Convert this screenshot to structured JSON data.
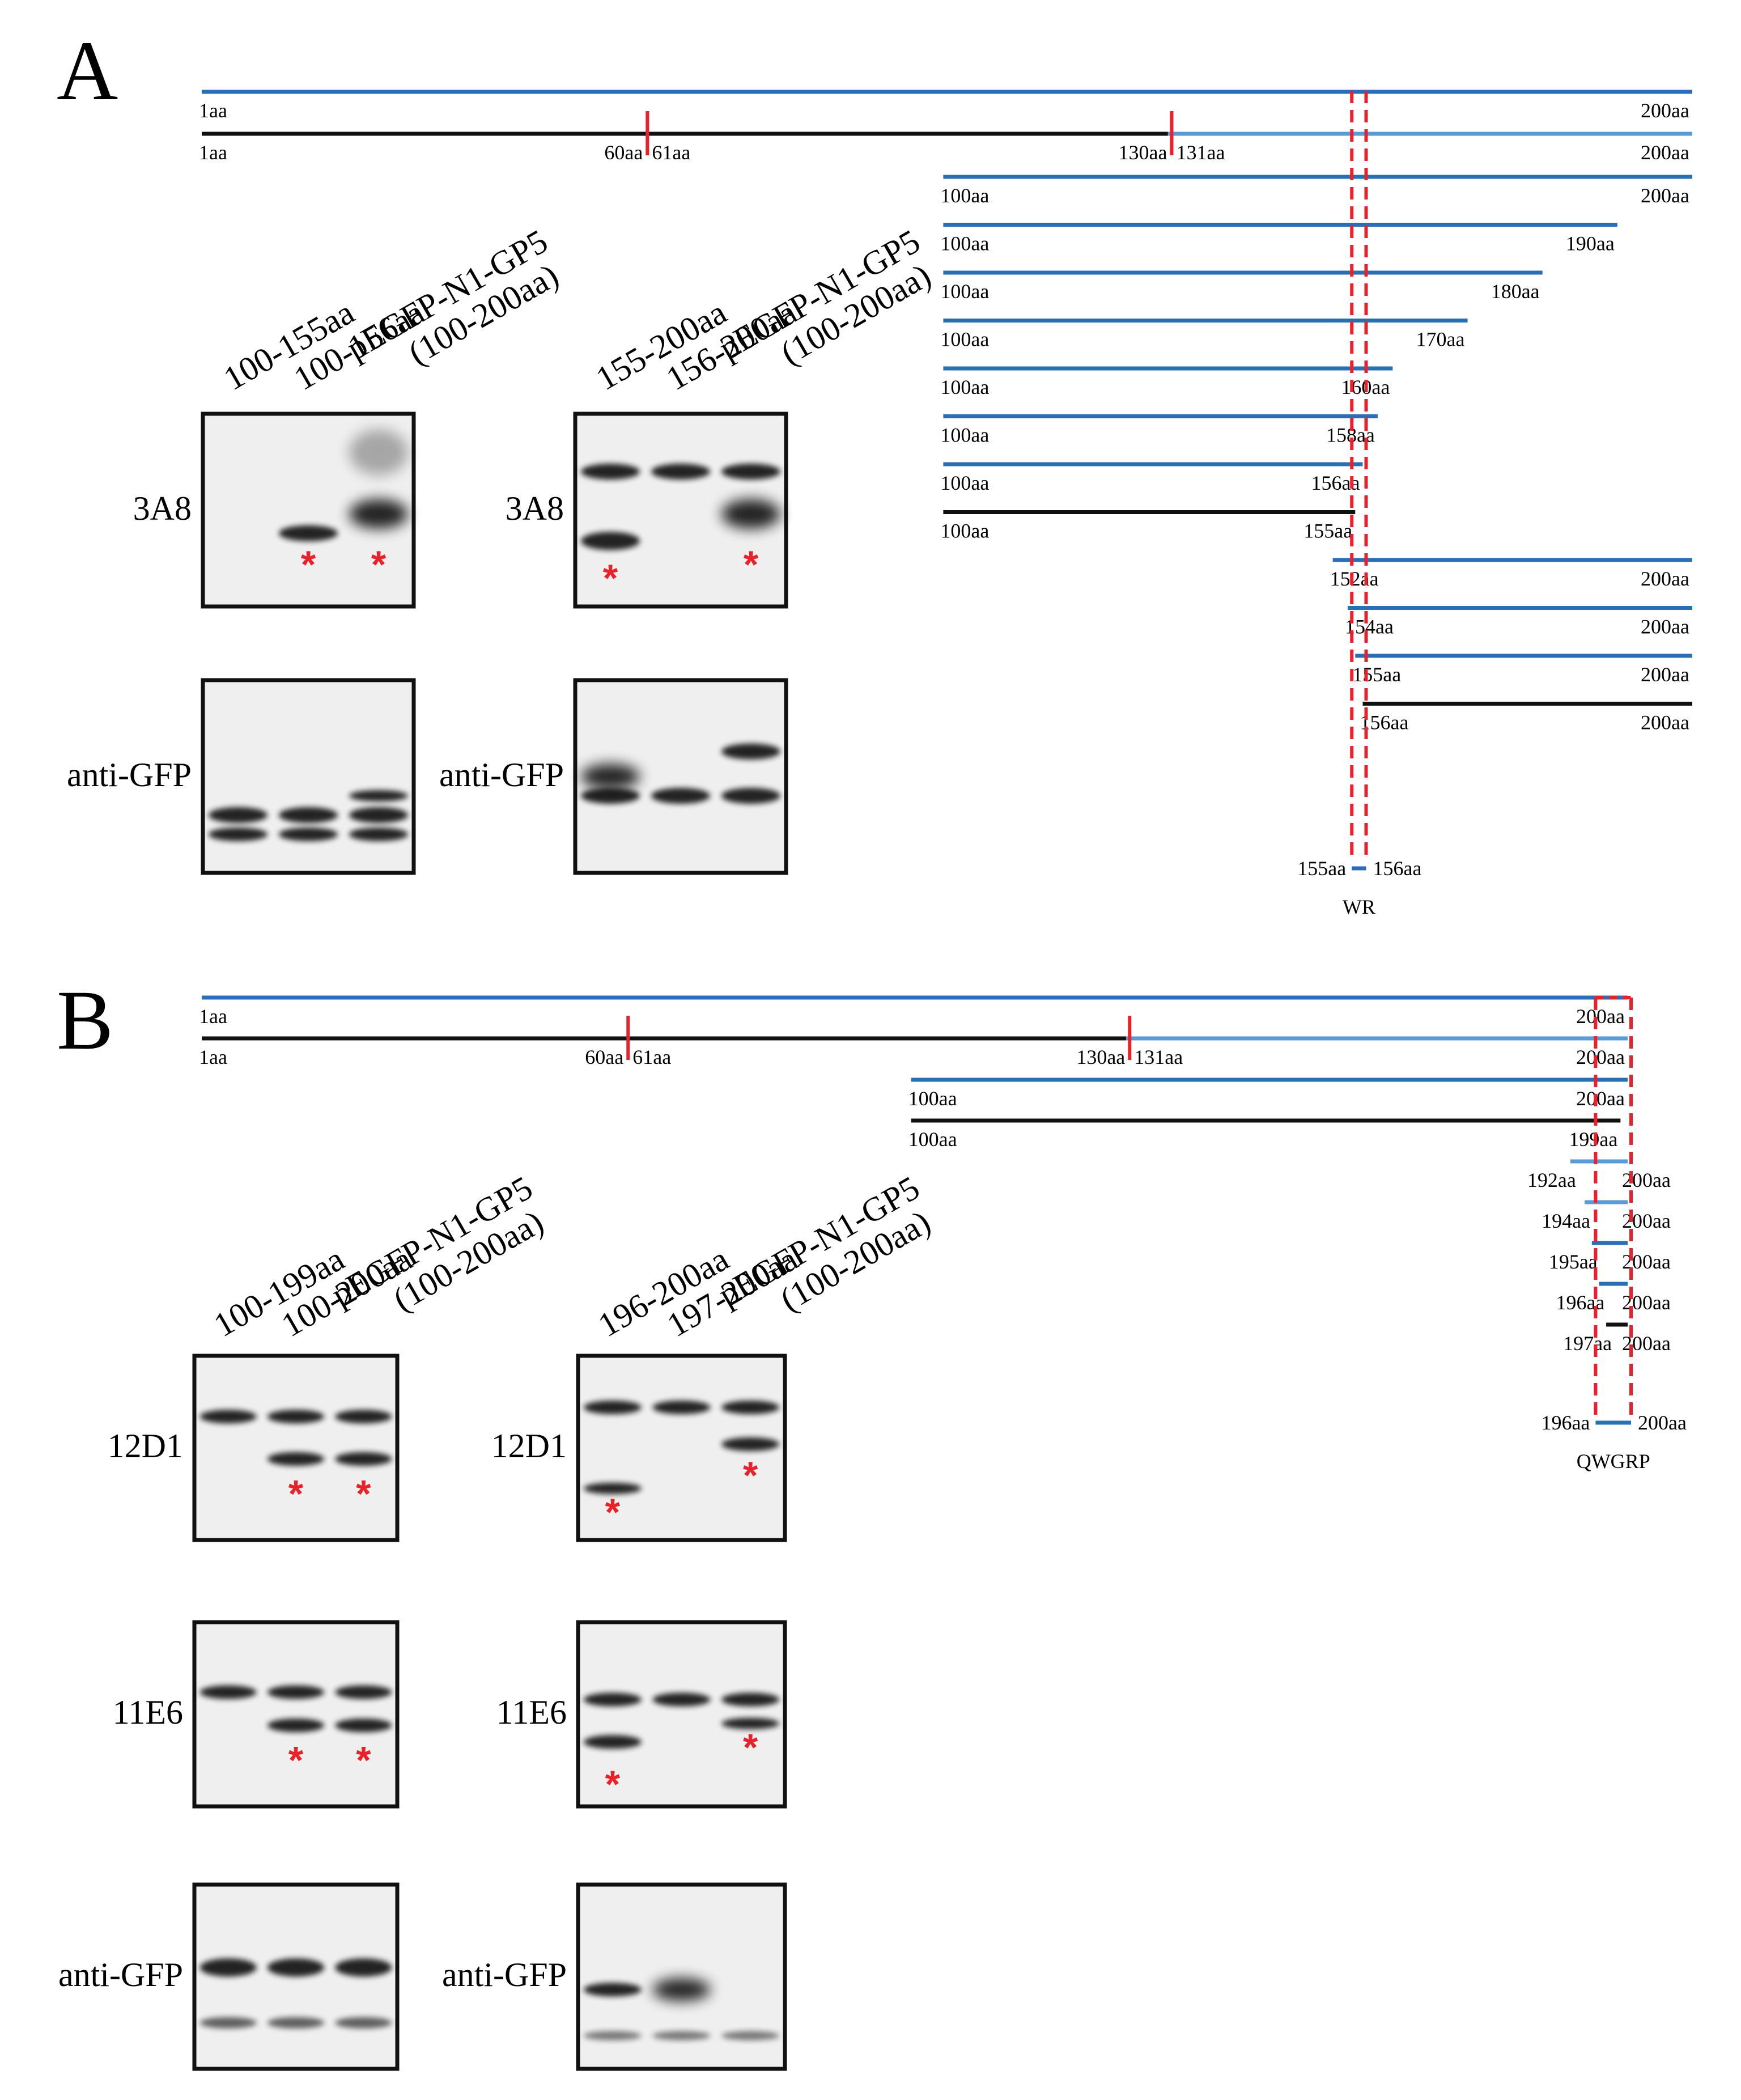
{
  "colors": {
    "blue": "#2a6fb5",
    "light_blue": "#5b9bd5",
    "black": "#111111",
    "red": "#e8212a"
  },
  "panelA": {
    "label": "A",
    "maps": [
      {
        "start": 1,
        "end": 200,
        "color": "blue",
        "label_start": "1aa",
        "label_end": "200aa"
      },
      {
        "start": 1,
        "end": 200,
        "color": "black",
        "segments": [
          {
            "start": 1,
            "end": 130,
            "color": "black"
          },
          {
            "start": 130,
            "end": 200,
            "color": "light_blue"
          }
        ],
        "label_start": "1aa",
        "label_end": "200aa",
        "ticks": [
          {
            "pos": 60.5,
            "left": "60aa",
            "right": "61aa"
          },
          {
            "pos": 130.5,
            "left": "130aa",
            "right": "131aa"
          }
        ]
      }
    ],
    "constructs": [
      {
        "start": 100,
        "end": 200,
        "color": "blue",
        "label_start": "100aa",
        "label_end": "200aa"
      },
      {
        "start": 100,
        "end": 190,
        "color": "blue",
        "label_start": "100aa",
        "label_end": "190aa"
      },
      {
        "start": 100,
        "end": 180,
        "color": "blue",
        "label_start": "100aa",
        "label_end": "180aa"
      },
      {
        "start": 100,
        "end": 170,
        "color": "blue",
        "label_start": "100aa",
        "label_end": "170aa"
      },
      {
        "start": 100,
        "end": 160,
        "color": "blue",
        "label_start": "100aa",
        "label_end": "160aa"
      },
      {
        "start": 100,
        "end": 158,
        "color": "blue",
        "label_start": "100aa",
        "label_end": "158aa"
      },
      {
        "start": 100,
        "end": 156,
        "color": "blue",
        "label_start": "100aa",
        "label_end": "156aa"
      },
      {
        "start": 100,
        "end": 155,
        "color": "black",
        "label_start": "100aa",
        "label_end": "155aa"
      },
      {
        "start": 152,
        "end": 200,
        "color": "blue",
        "label_start": "152aa",
        "label_end": "200aa"
      },
      {
        "start": 154,
        "end": 200,
        "color": "blue",
        "label_start": "154aa",
        "label_end": "200aa"
      },
      {
        "start": 155,
        "end": 200,
        "color": "blue",
        "label_start": "155aa",
        "label_end": "200aa"
      },
      {
        "start": 156,
        "end": 200,
        "color": "black",
        "label_start": "156aa",
        "label_end": "200aa"
      }
    ],
    "epitope": {
      "start": 155,
      "end": 156,
      "label_start": "155aa",
      "label_end": "156aa",
      "name": "WR"
    },
    "blot_groups": [
      {
        "lanes": [
          "100-155aa",
          "100-156aa",
          "pEGFP-N1-GP5 (100-200aa)"
        ],
        "blots": [
          {
            "label": "3A8",
            "stars": [
              2,
              3
            ]
          },
          {
            "label": "anti-GFP",
            "stars": []
          }
        ]
      },
      {
        "lanes": [
          "155-200aa",
          "156-200aa",
          "pEGFP-N1-GP5 (100-200aa)"
        ],
        "blots": [
          {
            "label": "3A8",
            "stars": [
              1,
              3
            ]
          },
          {
            "label": "anti-GFP",
            "stars": []
          }
        ]
      }
    ]
  },
  "panelB": {
    "label": "B",
    "maps": [
      {
        "start": 1,
        "end": 200,
        "color": "blue",
        "label_start": "1aa",
        "label_end": "200aa"
      },
      {
        "start": 1,
        "end": 200,
        "color": "black",
        "segments": [
          {
            "start": 1,
            "end": 130,
            "color": "black"
          },
          {
            "start": 130,
            "end": 200,
            "color": "light_blue"
          }
        ],
        "label_start": "1aa",
        "label_end": "200aa",
        "ticks": [
          {
            "pos": 60.5,
            "left": "60aa",
            "right": "61aa"
          },
          {
            "pos": 130.5,
            "left": "130aa",
            "right": "131aa"
          }
        ]
      }
    ],
    "constructs": [
      {
        "start": 100,
        "end": 200,
        "color": "blue",
        "label_start": "100aa",
        "label_end": "200aa"
      },
      {
        "start": 100,
        "end": 199,
        "color": "black",
        "label_start": "100aa",
        "label_end": "199aa"
      },
      {
        "start": 192,
        "end": 200,
        "color": "light_blue",
        "label_start": "192aa",
        "label_end": "200aa"
      },
      {
        "start": 194,
        "end": 200,
        "color": "light_blue",
        "label_start": "194aa",
        "label_end": "200aa"
      },
      {
        "start": 195,
        "end": 200,
        "color": "blue",
        "label_start": "195aa",
        "label_end": "200aa"
      },
      {
        "start": 196,
        "end": 200,
        "color": "blue",
        "label_start": "196aa",
        "label_end": "200aa"
      },
      {
        "start": 197,
        "end": 200,
        "color": "black",
        "label_start": "197aa",
        "label_end": "200aa"
      }
    ],
    "epitope": {
      "start": 196,
      "end": 200,
      "label_start": "196aa",
      "label_end": "200aa",
      "name": "QWGRP"
    },
    "blot_groups": [
      {
        "lanes": [
          "100-199aa",
          "100-200aa",
          "pEGFP-N1-GP5 (100-200aa)"
        ],
        "blots": [
          {
            "label": "12D1",
            "stars": [
              2,
              3
            ]
          },
          {
            "label": "11E6",
            "stars": [
              2,
              3
            ]
          },
          {
            "label": "anti-GFP",
            "stars": []
          }
        ]
      },
      {
        "lanes": [
          "196-200aa",
          "197-200aa",
          "pEGFP-N1-GP5 (100-200aa)"
        ],
        "blots": [
          {
            "label": "12D1",
            "stars": [
              1,
              3
            ]
          },
          {
            "label": "11E6",
            "stars": [
              1,
              3
            ]
          },
          {
            "label": "anti-GFP",
            "stars": []
          }
        ]
      }
    ]
  }
}
